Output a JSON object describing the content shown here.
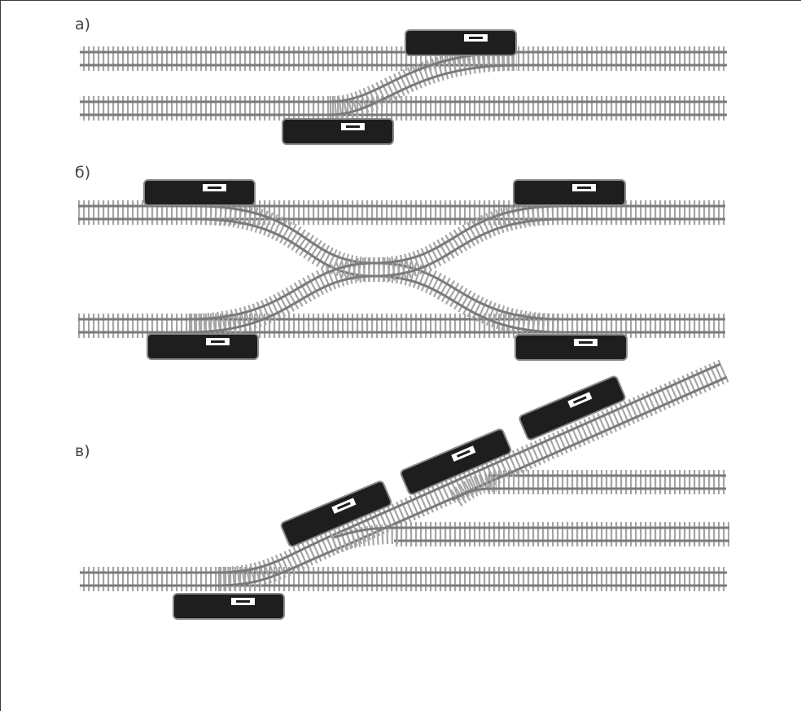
{
  "panels": [
    {
      "id": "a",
      "label": "а)"
    },
    {
      "id": "b",
      "label": "б)"
    },
    {
      "id": "c",
      "label": "в)"
    }
  ],
  "colors": {
    "frame": "#3a3a3a",
    "rail": "#7a7a7a",
    "sleeper": "#a5a5a5",
    "car_body": "#1e1e1e",
    "car_edge": "#8a8a8a",
    "car_plate": "#ffffff"
  },
  "elements": {
    "tracks": "railway-track",
    "switches": "track-switch",
    "cars": "rail-car"
  }
}
